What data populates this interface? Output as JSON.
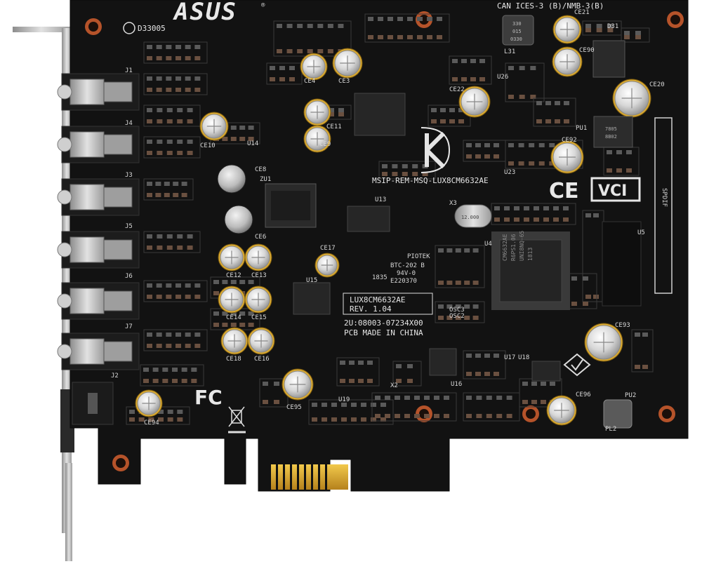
{
  "brand": "ASUS",
  "cert_line": "CAN ICES-3 (B)/NMB-3(B)",
  "serial_mark": "D33005",
  "msip": "MSIP-REM-MSQ-LUX8CM6632AE",
  "board_model": "LUX8CM6632AE",
  "revision": "REV. 1.04",
  "part_number": "2U:08003-07234X00",
  "made_in": "PCB MADE IN CHINA",
  "pcb_vendor": "PIOTEK",
  "pcb_material": "BTC-202 B",
  "flame_rating": "94V-0",
  "ul_file": "E220370",
  "date_code": "1835",
  "main_chip_text": [
    "CM6632AE",
    "R6PS1.06",
    "UNI8NQ-65",
    "1813"
  ],
  "vcci": "VCI",
  "spdif": "SPDIF",
  "jacks": [
    "J1",
    "J4",
    "J3",
    "J5",
    "J6",
    "J7",
    "J2"
  ],
  "crystal": "12.000",
  "capacitor_labels": [
    "CE21",
    "CE90",
    "CE20",
    "CE22",
    "CE4",
    "CE3",
    "CE10",
    "CE11",
    "CE9",
    "CE8",
    "CE6",
    "CE12",
    "CE13",
    "CE17",
    "CE14",
    "CE15",
    "CE18",
    "CE16",
    "CE92",
    "CE93",
    "CE95",
    "CE94",
    "CE96"
  ],
  "ic_labels": [
    "L31",
    "U26",
    "D31",
    "PU1",
    "U23",
    "U14",
    "ZU1",
    "U13",
    "X3",
    "U4",
    "U5",
    "U15",
    "OSC3",
    "OSC2",
    "U17",
    "U18",
    "U16",
    "X2",
    "U19",
    "PU2",
    "PL2"
  ],
  "inductor_text": [
    "330",
    "015",
    "0330"
  ],
  "regulator_text": [
    "7805",
    "8B02"
  ],
  "colors": {
    "pcb": "#121212",
    "silkscreen": "#e0e0e0",
    "gold": "#d9a931",
    "bracket": "#b8b8b8",
    "copper_ring": "#b5532a"
  }
}
